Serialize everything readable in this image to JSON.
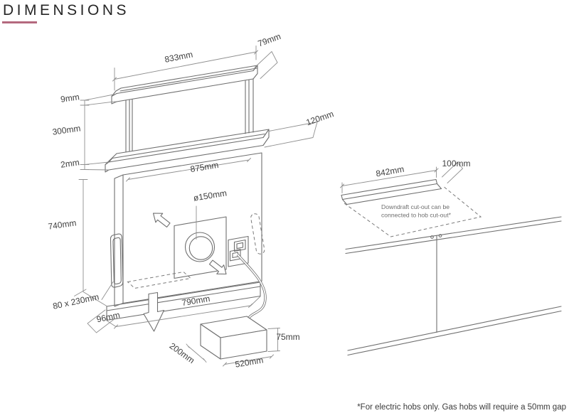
{
  "header": {
    "title": "DIMENSIONS"
  },
  "colors": {
    "accent": "#b4697e",
    "line": "#6f6f6f",
    "dim_line": "#909090",
    "text": "#404040"
  },
  "footnote": "*For electric hobs only. Gas hobs will require a 50mm gap",
  "extractor": {
    "top_width": "833mm",
    "top_depth": "79mm",
    "visor_height": "9mm",
    "riser_height": "300mm",
    "lip_height": "2mm",
    "body_width": "875mm",
    "top_box_depth": "120mm",
    "duct_diameter": "ø150mm",
    "body_height": "740mm",
    "side_vent": "80 x 230mm",
    "base_depth": "96mm",
    "base_width": "790mm"
  },
  "motor_box": {
    "depth": "200mm",
    "width": "520mm",
    "height": "75mm"
  },
  "worktop": {
    "cutout_width": "842mm",
    "cutout_depth": "100mm",
    "note_line1": "Downdraft cut-out can be",
    "note_line2": "connected to hob cut-out*"
  }
}
